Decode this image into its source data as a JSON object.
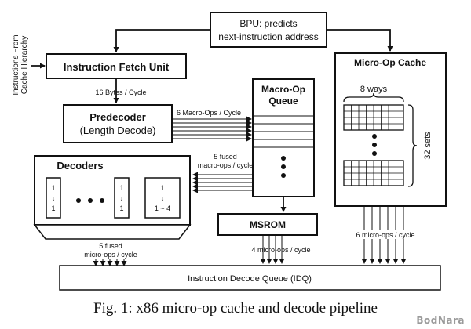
{
  "bpu": {
    "line1": "BPU: predicts",
    "line2": "next-instruction address"
  },
  "side_label": {
    "line1": "Instructions From",
    "line2": "Cache Hierarchy"
  },
  "ifu": {
    "label": "Instruction Fetch Unit"
  },
  "fetch_rate": "16 Bytes / Cycle",
  "predecoder": {
    "line1": "Predecoder",
    "line2": "(Length Decode)"
  },
  "macro_ops_rate": "6 Macro-Ops / Cycle",
  "macro_op_queue": {
    "line1": "Macro-Op",
    "line2": "Queue"
  },
  "fused_macro": {
    "line1": "5 fused",
    "line2": "macro-ops / cycle"
  },
  "decoders": {
    "label": "Decoders",
    "simple_top": "1",
    "simple_arrow": "↓",
    "simple_bottom": "1",
    "complex_top": "1",
    "complex_arrow": "↓",
    "complex_bottom": "1 ~ 4"
  },
  "msrom": {
    "label": "MSROM"
  },
  "fused_micro": {
    "line1": "5 fused",
    "line2": "micro-ops / cycle"
  },
  "msrom_rate": "4 micro-ops / cycle",
  "uop_cache": {
    "label": "Micro-Op Cache",
    "ways": "8 ways",
    "sets": "32 sets"
  },
  "uop_cache_rate": "6 micro-ops / cycle",
  "idq": {
    "label": "Instruction Decode Queue (IDQ)"
  },
  "caption": "Fig. 1: x86 micro-op cache and decode pipeline",
  "watermark": "BodNara"
}
